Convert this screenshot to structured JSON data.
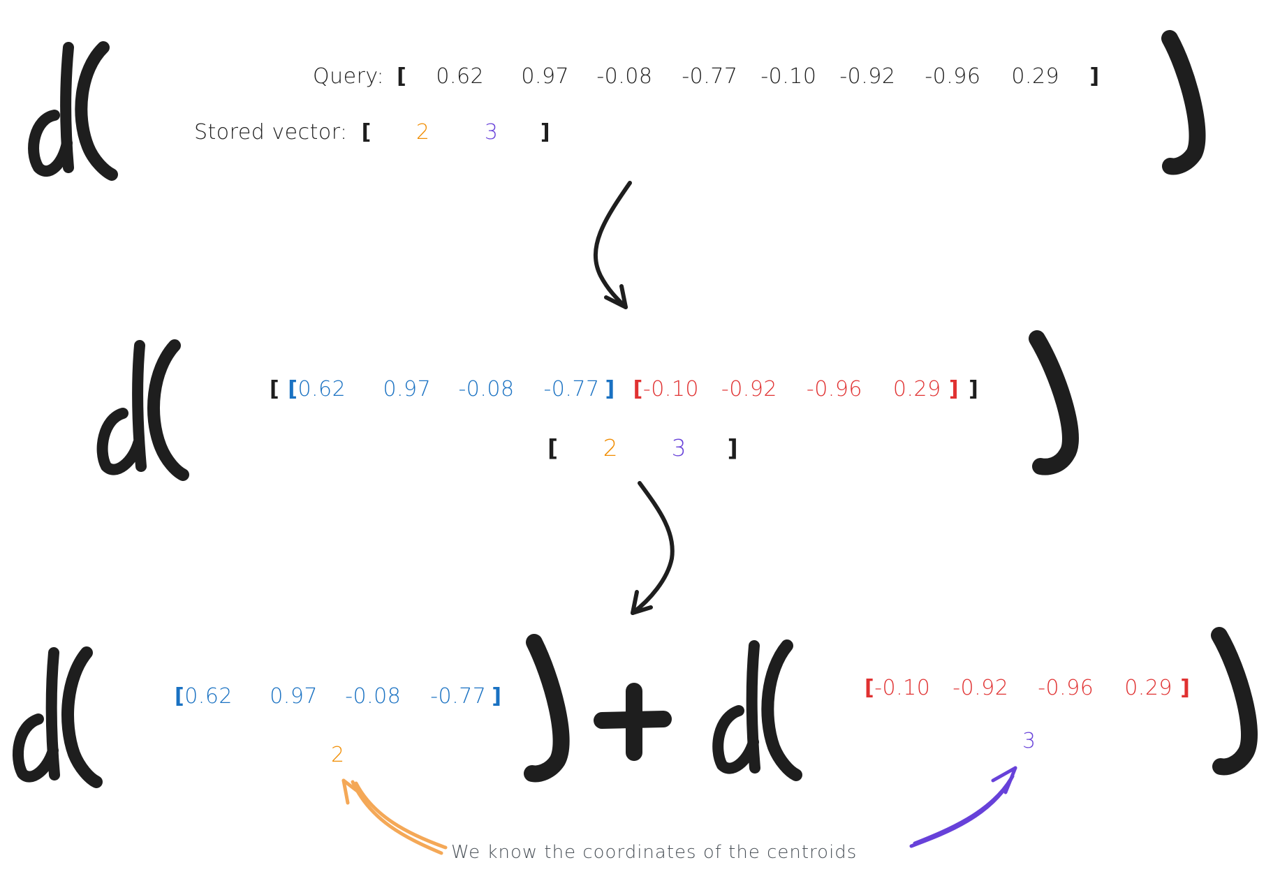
{
  "colors": {
    "ink": "#1e1e1e",
    "blue": "#1971c2",
    "red": "#e03131",
    "orange": "#f08c00",
    "orange_arrow": "#f4a857",
    "purple": "#6741d9",
    "note": "#495057",
    "background": "#ffffff"
  },
  "function_symbol": "d(",
  "close_paren": ")",
  "plus": "+",
  "step1": {
    "query_label": "Query:",
    "query_values": [
      "0.62",
      "0.97",
      "-0.08",
      "-0.77",
      "-0.10",
      "-0.92",
      "-0.96",
      "0.29"
    ],
    "stored_label": "Stored vector:",
    "stored_values": [
      "2",
      "3"
    ],
    "open_bracket": "[",
    "close_bracket": "]"
  },
  "step2": {
    "subvector_1": [
      "0.62",
      "0.97",
      "-0.08",
      "-0.77"
    ],
    "subvector_2": [
      "-0.10",
      "-0.92",
      "-0.96",
      "0.29"
    ],
    "stored_values": [
      "2",
      "3"
    ]
  },
  "step3": {
    "left": {
      "subvector": [
        "0.62",
        "0.97",
        "-0.08",
        "-0.77"
      ],
      "centroid_id": "2"
    },
    "right": {
      "subvector": [
        "-0.10",
        "-0.92",
        "-0.96",
        "0.29"
      ],
      "centroid_id": "3"
    }
  },
  "annotation": "We know the coordinates of the centroids"
}
